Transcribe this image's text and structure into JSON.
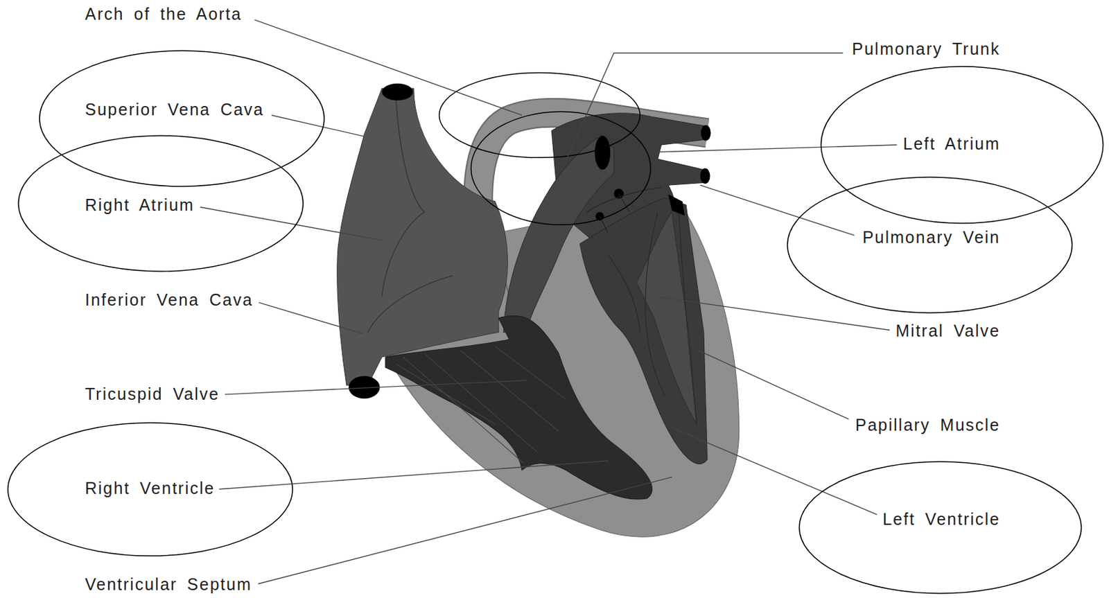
{
  "diagram": {
    "nodes": [
      {
        "text": [
          "Superior Vena Cava"
        ]
      },
      {
        "text": [
          "Left Atrium"
        ]
      },
      {
        "text": [
          "Right Atrium"
        ]
      },
      {
        "text": [
          "Pulmonary Vein"
        ]
      },
      {
        "text": [
          "Right Ventricle"
        ]
      },
      {
        "text": [
          "Left Ventricle"
        ]
      }
    ],
    "labels": [
      "Arch of the Aorta",
      "Pulmonary Trunk",
      "Inferior Vena Cava",
      "Mitral Valve",
      "Tricuspid Valve",
      "Papillary Muscle",
      "Ventricular Septum"
    ]
  }
}
